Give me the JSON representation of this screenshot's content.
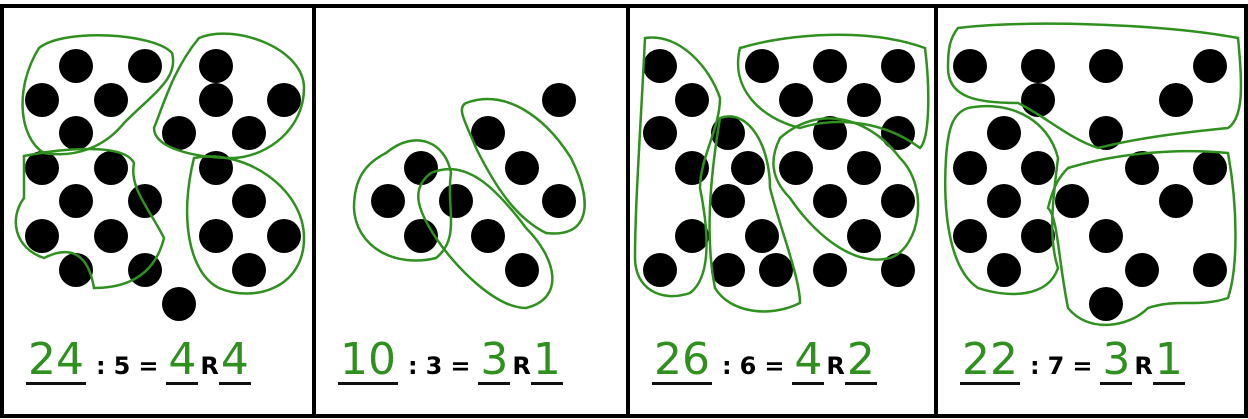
{
  "worksheet": {
    "cards": [
      {
        "dividend": "24",
        "operator": ":",
        "divisor": "5",
        "equals": "=",
        "quotient": "4",
        "r_label": "R",
        "remainder": "4"
      },
      {
        "dividend": "10",
        "operator": ":",
        "divisor": "3",
        "equals": "=",
        "quotient": "3",
        "r_label": "R",
        "remainder": "1"
      },
      {
        "dividend": "26",
        "operator": ":",
        "divisor": "6",
        "equals": "=",
        "quotient": "4",
        "r_label": "R",
        "remainder": "2"
      },
      {
        "dividend": "22",
        "operator": ":",
        "divisor": "7",
        "equals": "=",
        "quotient": "3",
        "r_label": "R",
        "remainder": "1"
      }
    ],
    "colors": {
      "ink": "#2f8f1f",
      "dot": "#000000",
      "border": "#000000"
    }
  }
}
